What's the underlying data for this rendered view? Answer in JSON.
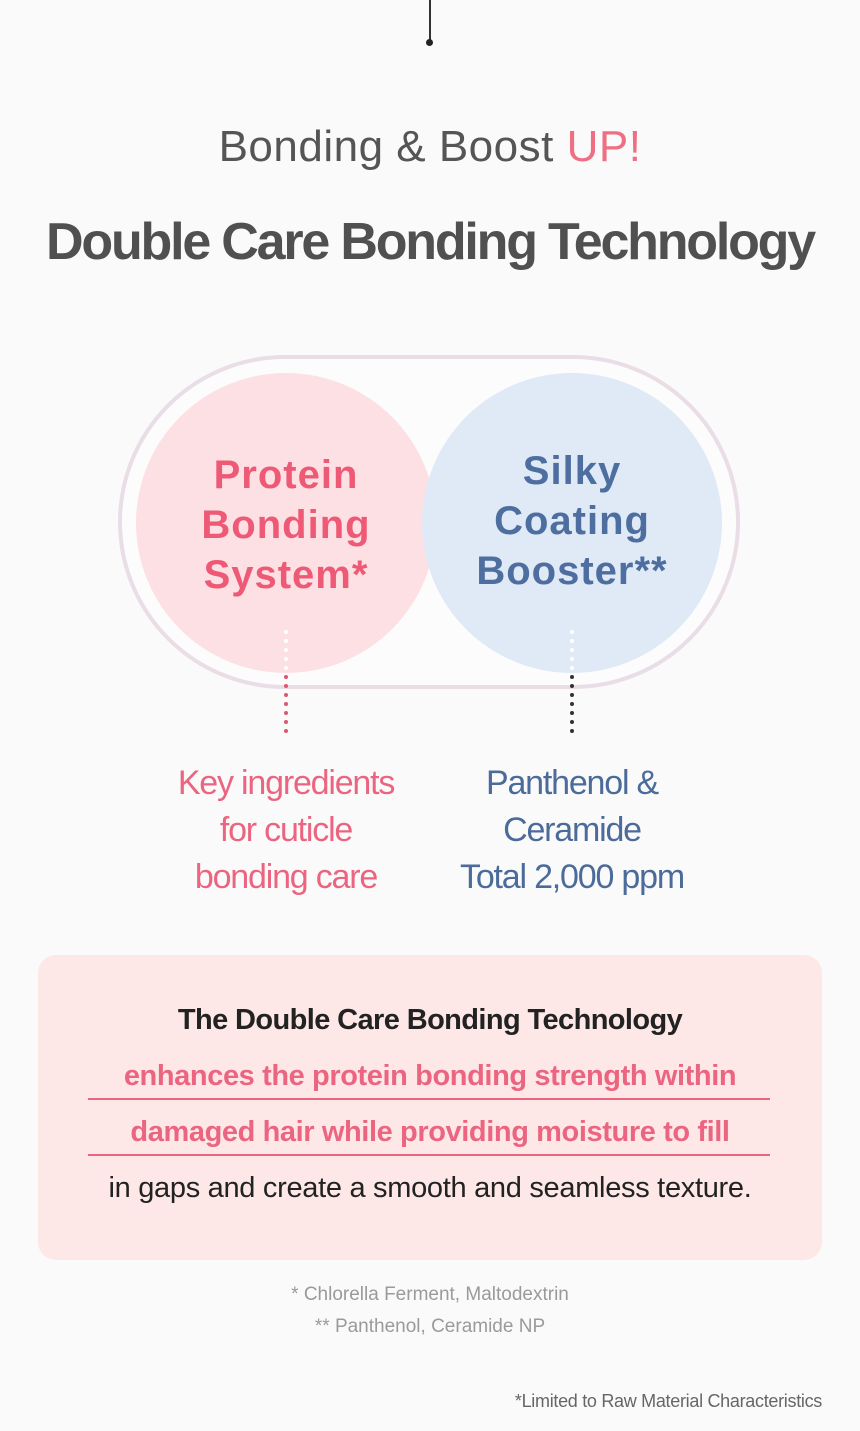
{
  "header": {
    "subtitle_prefix": "Bonding & Boost ",
    "subtitle_accent": "UP!",
    "title": "Double Care Bonding Technology"
  },
  "diagram": {
    "left_circle": {
      "lines": [
        "Protein",
        "Bonding",
        "System*"
      ],
      "color": "#ee5a76",
      "fill": "#fde0e4"
    },
    "right_circle": {
      "lines": [
        "Silky",
        "Coating",
        "Booster**"
      ],
      "color": "#4e6ea0",
      "fill": "#dfeaf6"
    },
    "left_description": [
      "Key ingredients",
      "for cuticle",
      "bonding care"
    ],
    "right_description": [
      "Panthenol &",
      "Ceramide",
      "Total 2,000 ppm"
    ]
  },
  "summary_box": {
    "line1": "The Double Care Bonding Technology",
    "line2": "enhances the protein bonding strength within",
    "line3": "damaged hair while providing moisture to fill",
    "line4": "in gaps and create a smooth and seamless texture.",
    "background": "#fde8e7",
    "highlight_color": "#ec6580"
  },
  "footnotes": [
    "* Chlorella Ferment, Maltodextrin",
    "** Panthenol, Ceramide NP"
  ],
  "disclaimer": "*Limited to Raw Material Characteristics"
}
